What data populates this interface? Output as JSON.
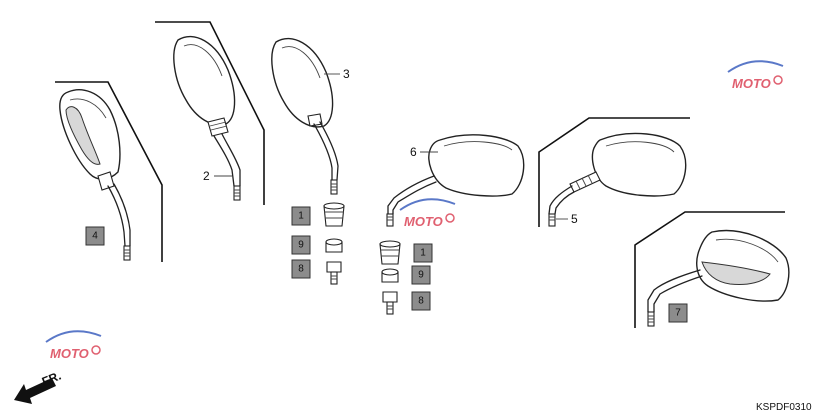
{
  "diagram": {
    "callouts": {
      "c1a": "1",
      "c1b": "1",
      "c2": "2",
      "c3": "3",
      "c4": "4",
      "c5": "5",
      "c6": "6",
      "c7": "7",
      "c8a": "8",
      "c8b": "8",
      "c9a": "9",
      "c9b": "9"
    },
    "direction_label": "FR.",
    "diagram_code": "KSPDF0310",
    "watermark_text": "MOTO",
    "colors": {
      "callout_box": "#8c8c8c",
      "watermark": "#e06070",
      "watermark_blue": "#5a78c8"
    }
  }
}
